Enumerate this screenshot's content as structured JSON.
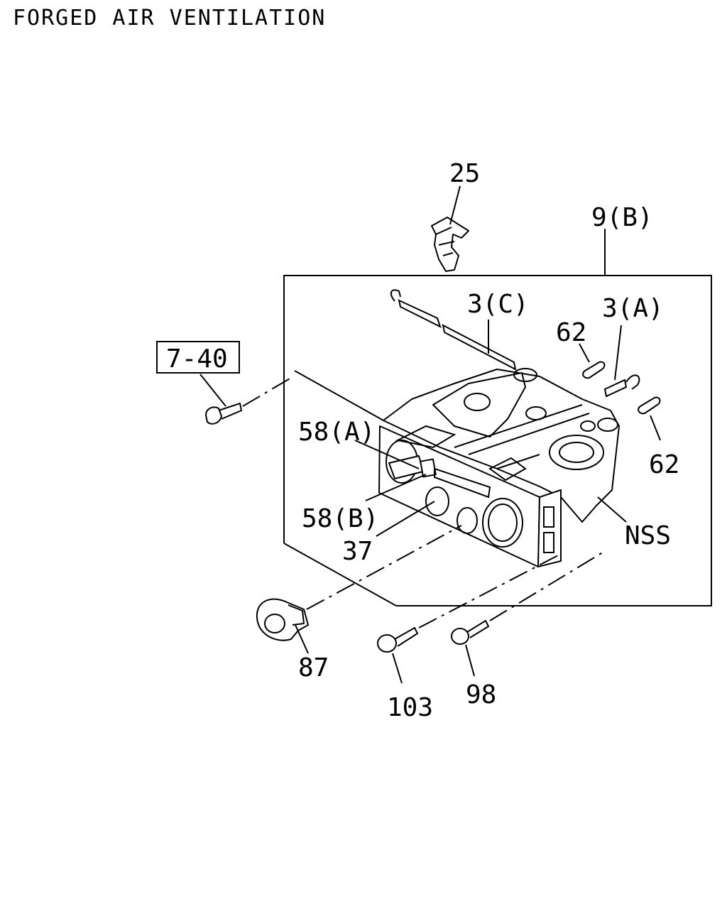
{
  "title": "FORGED AIR VENTILATION",
  "callouts": {
    "c25": "25",
    "c9b": "9(B)",
    "c3c": "3(C)",
    "c3a": "3(A)",
    "c62a": "62",
    "c62b": "62",
    "c740": "7-40",
    "c58a": "58(A)",
    "c58b": "58(B)",
    "c37": "37",
    "cnss": "NSS",
    "c87": "87",
    "c103": "103",
    "c98": "98"
  }
}
